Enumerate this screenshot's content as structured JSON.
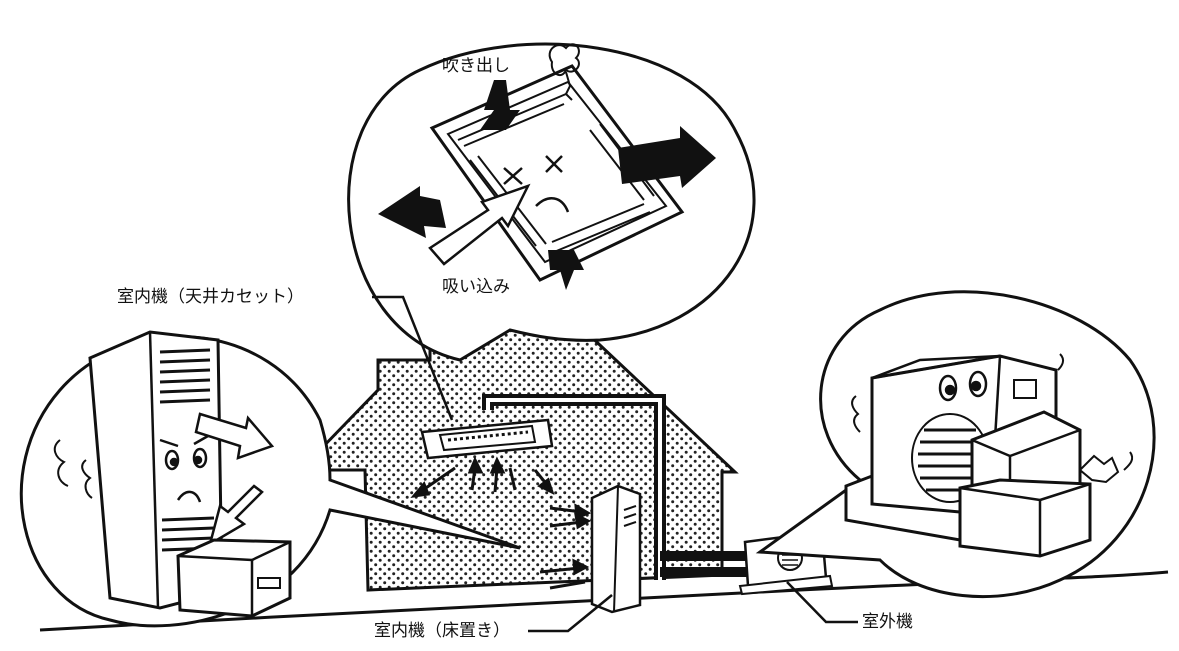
{
  "labels": {
    "blowout": "吹き出し",
    "intake": "吸い込み",
    "indoor_ceiling": "室内機（天井カセット）",
    "indoor_floor": "室内機（床置き）",
    "outdoor": "室外機"
  },
  "colors": {
    "ink": "#111111",
    "paper": "#ffffff",
    "dot": "#222222"
  },
  "icons": [
    "ceiling-cassette-unit",
    "floor-standing-unit",
    "outdoor-unit",
    "airflow-arrow",
    "house-silhouette"
  ]
}
